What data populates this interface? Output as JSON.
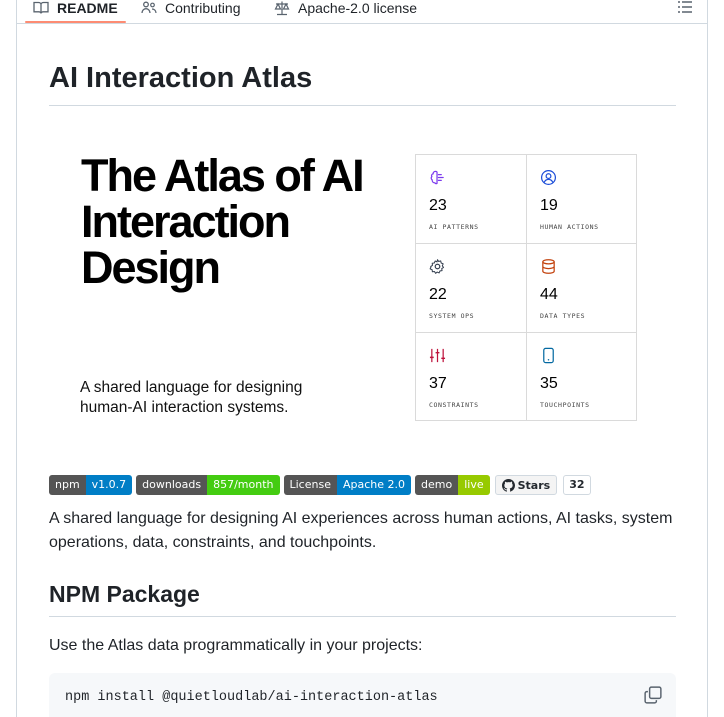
{
  "tabs": [
    {
      "label": "README"
    },
    {
      "label": "Contributing"
    },
    {
      "label": "Apache-2.0 license"
    }
  ],
  "readme": {
    "title": "AI Interaction Atlas",
    "hero": {
      "title_line1": "The Atlas of AI",
      "title_line2": "Interaction",
      "title_line3": "Design",
      "subtitle_line1": "A shared language for designing",
      "subtitle_line2": "human-AI interaction systems.",
      "stats": [
        {
          "icon": "brain-icon",
          "value": "23",
          "label": "AI PATTERNS",
          "color": "#7c3aed"
        },
        {
          "icon": "user-icon",
          "value": "19",
          "label": "HUMAN ACTIONS",
          "color": "#1d4ed8"
        },
        {
          "icon": "gear-icon",
          "value": "22",
          "label": "SYSTEM OPS",
          "color": "#374151"
        },
        {
          "icon": "database-icon",
          "value": "44",
          "label": "DATA TYPES",
          "color": "#c2410c"
        },
        {
          "icon": "sliders-icon",
          "value": "37",
          "label": "CONSTRAINTS",
          "color": "#be123c"
        },
        {
          "icon": "phone-icon",
          "value": "35",
          "label": "TOUCHPOINTS",
          "color": "#0369a1"
        }
      ]
    },
    "badges": [
      {
        "left": "npm",
        "right": "v1.0.7",
        "color": "#007ec6"
      },
      {
        "left": "downloads",
        "right": "857/month",
        "color": "#4c1"
      },
      {
        "left": "License",
        "right": "Apache 2.0",
        "color": "#007ec6"
      },
      {
        "left": "demo",
        "right": "live",
        "color": "#97ca00"
      }
    ],
    "github_stars": {
      "label": "Stars",
      "count": "32"
    },
    "intro": "A shared language for designing AI experiences across human actions, AI tasks, system operations, data, constraints, and touchpoints.",
    "npm_heading": "NPM Package",
    "npm_usage": "Use the Atlas data programmatically in your projects:",
    "npm_command": "npm install @quietloudlab/ai-interaction-atlas"
  }
}
